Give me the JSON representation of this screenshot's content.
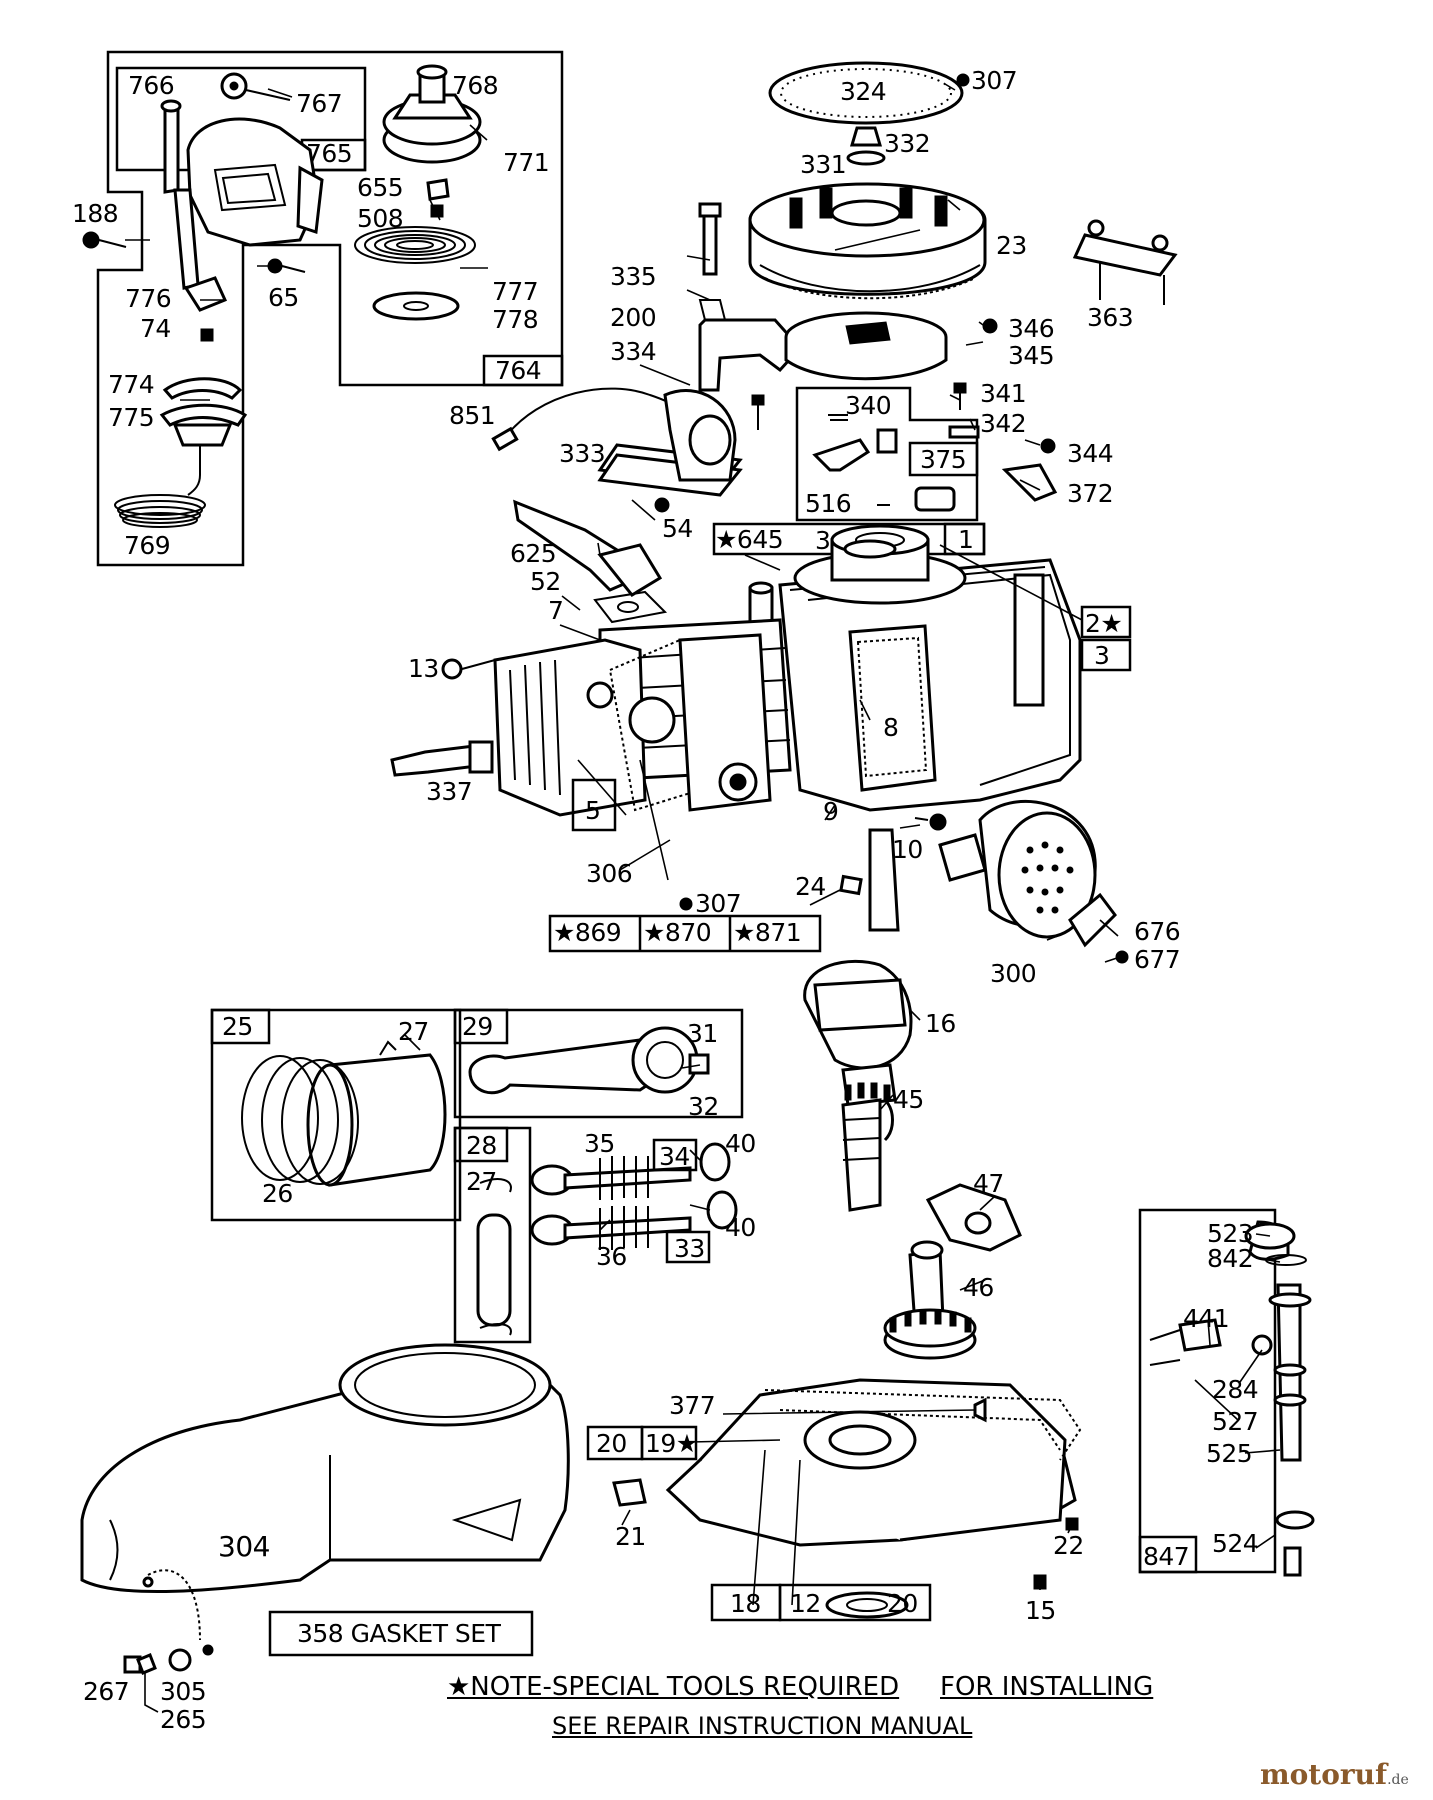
{
  "labels": {
    "p766": "766",
    "p767": "767",
    "p768": "768",
    "p765": "765",
    "p771": "771",
    "p655": "655",
    "p508": "508",
    "p188": "188",
    "p776": "776",
    "p74": "74",
    "p65": "65",
    "p777": "777",
    "p778": "778",
    "p764": "764",
    "p774": "774",
    "p775": "775",
    "p769": "769",
    "p324": "324",
    "p307a": "307",
    "p331": "331",
    "p332": "332",
    "p23": "23",
    "p363": "363",
    "p335": "335",
    "p200": "200",
    "p334": "334",
    "p346": "346",
    "p345": "345",
    "p341": "341",
    "p342": "342",
    "p340": "340",
    "p375": "375",
    "p344": "344",
    "p372": "372",
    "p516": "516",
    "p851": "851",
    "p333": "333",
    "p54": "54",
    "p625": "625",
    "p52": "52",
    "p7": "7",
    "p645": "★645",
    "p3a": "3",
    "p1": "1",
    "p2": "2★",
    "p3b": "3",
    "p13": "13",
    "p8": "8",
    "p337": "337",
    "p5": "5",
    "p9": "9",
    "p10": "10",
    "p306": "306",
    "p307b": "307",
    "p24": "24",
    "p869": "★869",
    "p870": "★870",
    "p871": "★871",
    "p676": "676",
    "p677": "677",
    "p300": "300",
    "p16": "16",
    "p25": "25",
    "p27a": "27",
    "p26": "26",
    "p29": "29",
    "p31": "31",
    "p32": "32",
    "p45": "45",
    "p28": "28",
    "p27b": "27",
    "p35": "35",
    "p34": "34",
    "p40a": "40",
    "p40b": "40",
    "p36": "36",
    "p33": "33",
    "p47": "47",
    "p46": "46",
    "p523": "523",
    "p842": "842",
    "p441": "441",
    "p284": "284",
    "p527": "527",
    "p525": "525",
    "p524": "524",
    "p847": "847",
    "p377": "377",
    "p20a": "20",
    "p19": "19★",
    "p21": "21",
    "p22": "22",
    "p15": "15",
    "p18": "18",
    "p12": "12",
    "p20b": "20",
    "p304": "304",
    "p358": "358 GASKET SET",
    "p267": "267",
    "p305": "305",
    "p265": "265"
  },
  "note": {
    "line1_a": "★NOTE-SPECIAL TOOLS REQUIRED",
    "line1_b": "FOR INSTALLING",
    "line2": "SEE REPAIR INSTRUCTION MANUAL"
  },
  "watermark": {
    "brand": "motoruf",
    "suffix": ".de"
  }
}
